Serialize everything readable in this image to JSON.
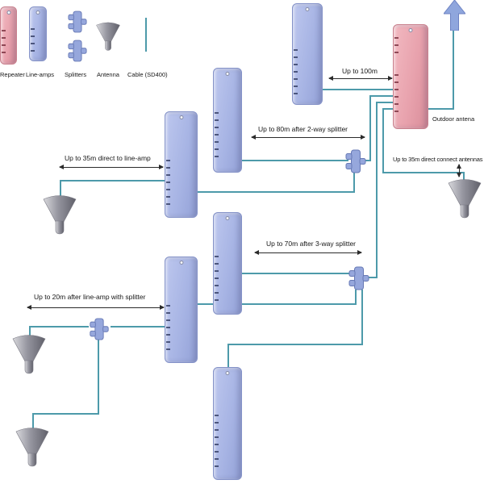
{
  "legend": {
    "items": [
      {
        "id": "repeater",
        "label": "Repeater"
      },
      {
        "id": "line-amps",
        "label": "Line-amps"
      },
      {
        "id": "splitters",
        "label": "Splitters"
      },
      {
        "id": "antenna",
        "label": "Antenna"
      },
      {
        "id": "cable",
        "label": "Cable (SD400)"
      }
    ]
  },
  "annotations": {
    "up_to_100m": "Up to 100m",
    "up_to_80m": "Up to 80m after 2-way splitter",
    "up_to_35m_lineamp": "Up to 35m direct to line-amp",
    "up_to_35m_antennas": "Up to 35m direct connect antennas",
    "up_to_70m": "Up to 70m after 3-way splitter",
    "up_to_20m": "Up to 20m after line-amp with splitter",
    "outdoor_antenna": "Outdoor antena"
  },
  "nodes": {
    "repeater_count": 1,
    "line_amp_count": 6,
    "splitter_count": 3,
    "indoor_antenna_count": 4,
    "outdoor_antenna_count": 1
  },
  "colors": {
    "repeater_fill": "#e8a2ad",
    "lineamp_fill": "#a7b4e4",
    "cable": "#4d9aaa",
    "antenna_gray": "#95959f",
    "arrow_blue": "#8fa6dd",
    "dim_arrow": "#2b2b2b"
  }
}
